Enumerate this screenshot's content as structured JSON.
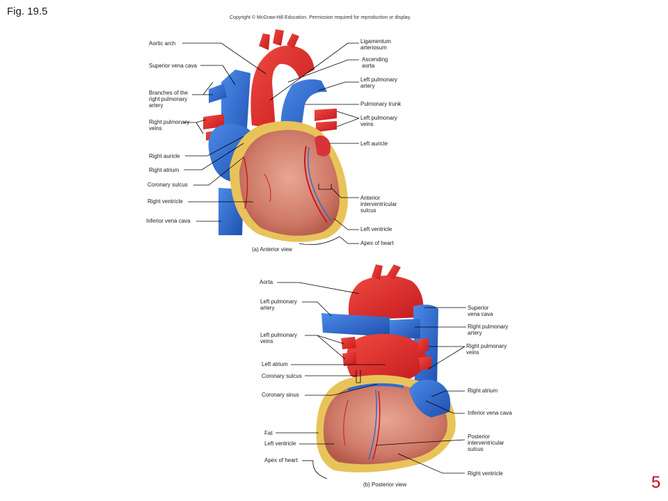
{
  "figure": {
    "number": "Fig. 19.5",
    "copyright": "Copyright © McGraw-Hill Education. Permission required for reproduction or display.",
    "slide_number": "5"
  },
  "anterior": {
    "caption": "(a) Anterior view",
    "labels": {
      "aortic_arch": "Aortic arch",
      "superior_vena_cava": "Superior vena cava",
      "branches_rpa_1": "Branches of the",
      "branches_rpa_2": "right pulmonary",
      "branches_rpa_3": "artery",
      "right_pulmonary_veins_1": "Right pulmonary",
      "right_pulmonary_veins_2": "veins",
      "right_auricle": "Right auricle",
      "right_atrium": "Right atrium",
      "coronary_sulcus": "Coronary sulcus",
      "right_ventricle": "Right ventricle",
      "inferior_vena_cava": "Inferior vena cava",
      "ligamentum_1": "Ligamentum",
      "ligamentum_2": "arteriosum",
      "ascending_aorta_1": "Ascending",
      "ascending_aorta_2": "aorta",
      "left_pulmonary_artery_1": "Left pulmonary",
      "left_pulmonary_artery_2": "artery",
      "pulmonary_trunk": "Pulmonary trunk",
      "left_pulmonary_veins_1": "Left pulmonary",
      "left_pulmonary_veins_2": "veins",
      "left_auricle": "Left auricle",
      "anterior_iv_sulcus_1": "Anterior",
      "anterior_iv_sulcus_2": "interventricular",
      "anterior_iv_sulcus_3": "sulcus",
      "left_ventricle": "Left ventricle",
      "apex_of_heart": "Apex of heart"
    }
  },
  "posterior": {
    "caption": "(b) Posterior view",
    "labels": {
      "aorta": "Aorta",
      "left_pulmonary_artery_1": "Left pulmonary",
      "left_pulmonary_artery_2": "artery",
      "left_pulmonary_veins_1": "Left pulmonary",
      "left_pulmonary_veins_2": "veins",
      "left_atrium": "Left atrium",
      "coronary_sulcus": "Coronary sulcus",
      "coronary_sinus": "Coronary sinus",
      "fat": "Fat",
      "left_ventricle": "Left ventricle",
      "apex_of_heart": "Apex of heart",
      "superior_vena_cava_1": "Superior",
      "superior_vena_cava_2": "vena cava",
      "right_pulmonary_artery_1": "Right pulmonary",
      "right_pulmonary_artery_2": "artery",
      "right_pulmonary_veins_1": "Right pulmonary",
      "right_pulmonary_veins_2": "veins",
      "right_atrium": "Right atrium",
      "inferior_vena_cava": "Inferior vena cava",
      "posterior_iv_sulcus_1": "Posterior",
      "posterior_iv_sulcus_2": "interventricular",
      "posterior_iv_sulcus_3": "sulcus",
      "right_ventricle": "Right ventricle"
    }
  },
  "colors": {
    "artery_red": "#e0262b",
    "vein_blue": "#2f6bd1",
    "muscle": "#d88a78",
    "fat": "#e8c35a",
    "text": "#1a1a1a",
    "slide_number": "#c0001a"
  }
}
